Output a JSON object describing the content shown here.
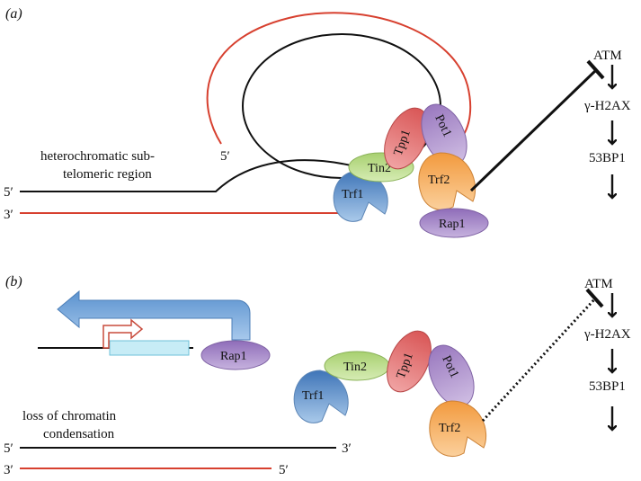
{
  "panel_a": {
    "label": "(a)",
    "region_line1": "heterochromatic sub-",
    "region_line2": "telomeric region",
    "strand_top_5": "5′",
    "strand_bottom_3": "3′",
    "loop_5": "5′",
    "overhang_3": "3′",
    "proteins": {
      "trf1": "Trf1",
      "tin2": "Tin2",
      "tpp1": "Tpp1",
      "pot1": "Pot1",
      "trf2": "Trf2",
      "rap1": "Rap1"
    },
    "pathway": [
      "ATM",
      "γ-H2AX",
      "53BP1"
    ]
  },
  "panel_b": {
    "label": "(b)",
    "condensation_line1": "loss of chromatin",
    "condensation_line2": "condensation",
    "top_strand_5": "5′",
    "top_strand_3": "3′",
    "bottom_strand_3": "3′",
    "bottom_strand_5": "5′",
    "proteins": {
      "rap1": "Rap1",
      "trf1": "Trf1",
      "tin2": "Tin2",
      "tpp1": "Tpp1",
      "pot1": "Pot1",
      "trf2": "Trf2"
    },
    "pathway": [
      "ATM",
      "γ-H2AX",
      "53BP1"
    ]
  },
  "colors": {
    "black_strand": "#111111",
    "red_strand": "#d7402f",
    "trf1": "#4f86c6",
    "tin2": "#b6d77f",
    "tpp1": "#e06a6a",
    "pot1": "#a78bc6",
    "trf2": "#f6a44f",
    "rap1": "#9f7fc0",
    "arrow_blue": "#6aa0d6",
    "gene_box": "#c7ecf6"
  }
}
